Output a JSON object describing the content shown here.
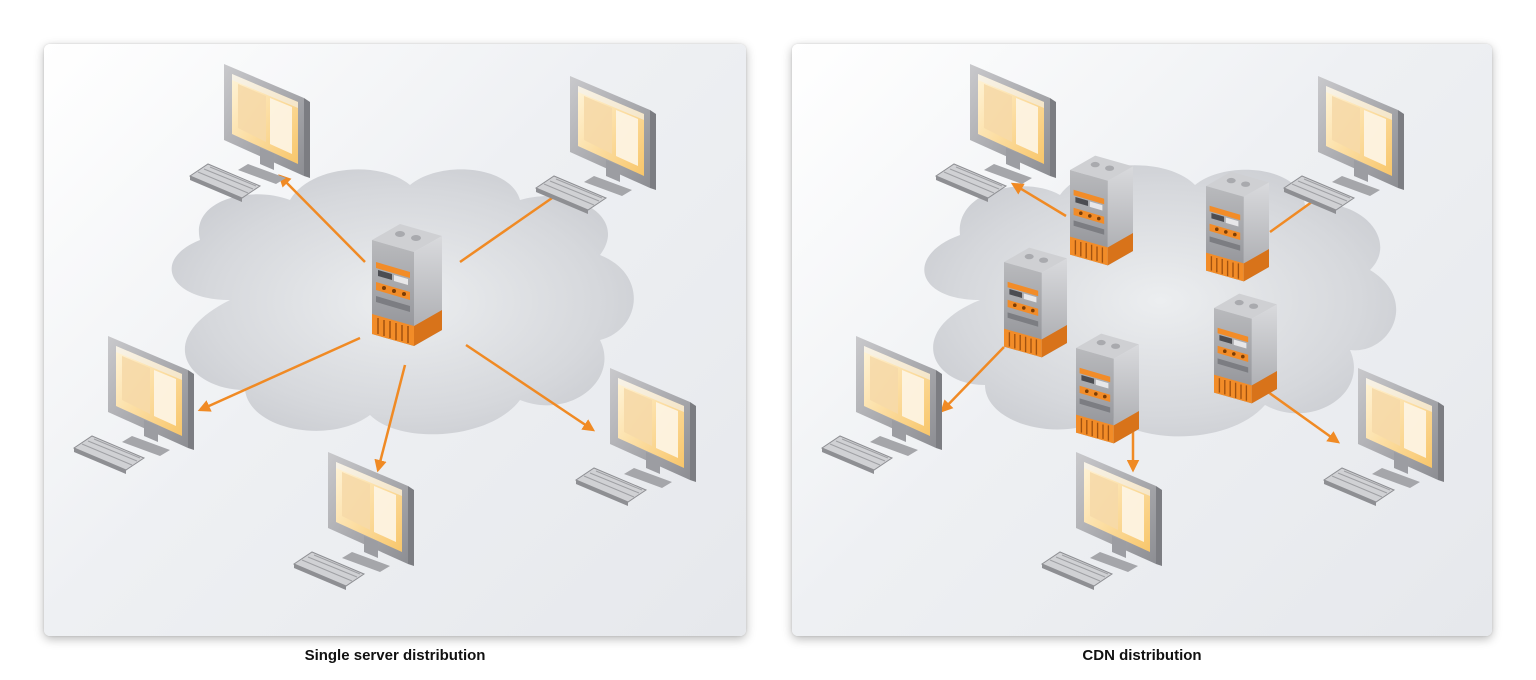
{
  "diagrams": [
    {
      "caption": "Single server distribution",
      "servers": 1,
      "clients": 5
    },
    {
      "caption": "CDN distribution",
      "servers": 5,
      "clients": 5
    }
  ],
  "colors": {
    "arrow": "#f08a24",
    "server_orange": "#f28c28",
    "screen_yellow": "#fbd27a",
    "cloud": "#d3d5d9"
  },
  "icons": [
    "server-icon",
    "computer-monitor-icon",
    "keyboard-icon",
    "cloud-shape"
  ]
}
